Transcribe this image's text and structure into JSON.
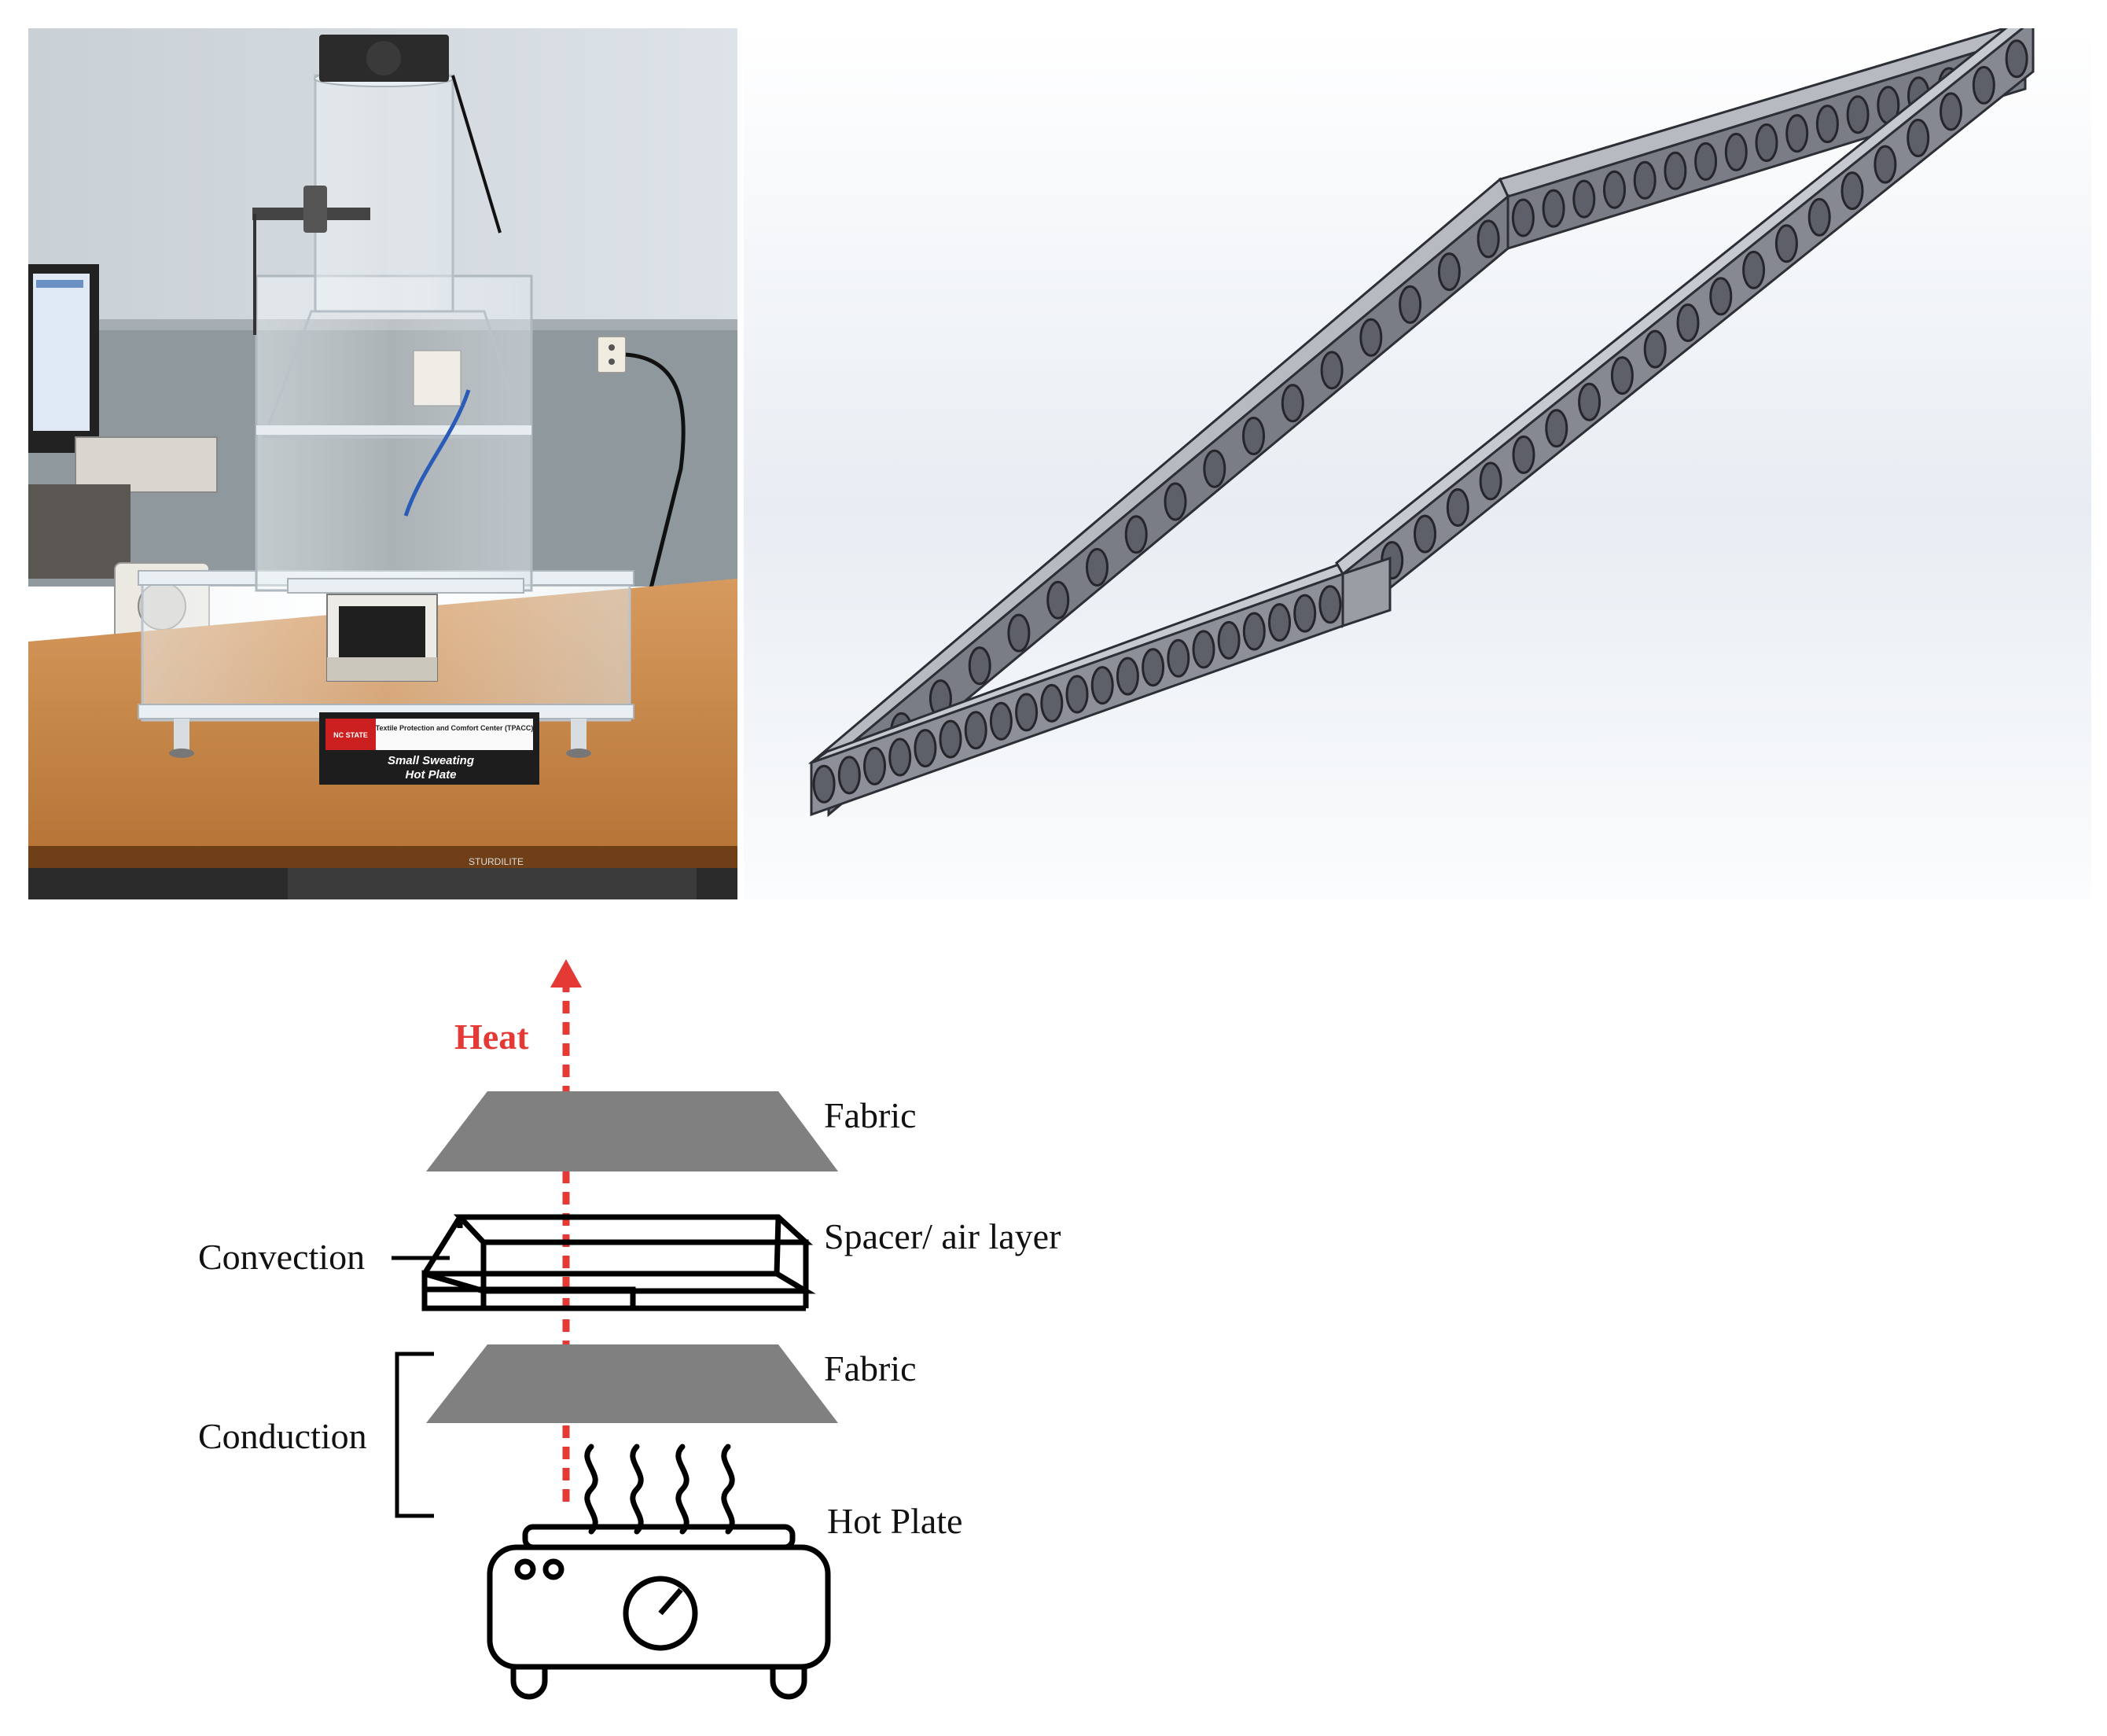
{
  "photo": {
    "sign_logo": "NC STATE",
    "sign_org": "Textile Protection and Comfort Center (TPACC)",
    "sign_title_line1": "Small Sweating",
    "sign_title_line2": "Hot Plate",
    "table_brand": "STURDILITE"
  },
  "diagram": {
    "heat_label": "Heat",
    "fabric_top_label": "Fabric",
    "spacer_label": "Spacer/ air layer",
    "convection_label": "Convection",
    "fabric_bottom_label": "Fabric",
    "conduction_label": "Conduction",
    "hot_plate_label": "Hot Plate",
    "colors": {
      "heat": "#e53935",
      "fabric": "#808080",
      "outline": "#000000"
    }
  }
}
